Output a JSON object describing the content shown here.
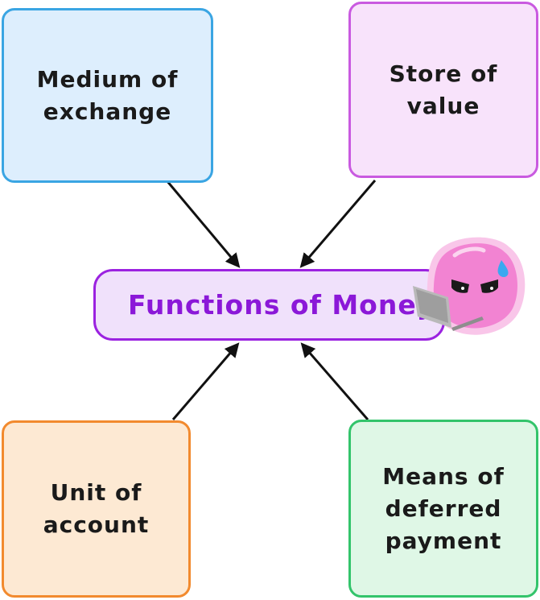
{
  "diagram": {
    "center": {
      "label": "Functions of Money"
    },
    "nodes": [
      {
        "id": "medium",
        "label": "Medium of\nexchange"
      },
      {
        "id": "store",
        "label": "Store of\nvalue"
      },
      {
        "id": "unit",
        "label": "Unit of\naccount"
      },
      {
        "id": "deferred",
        "label": "Means of\ndeferred\npayment"
      }
    ]
  },
  "colors": {
    "center_border": "#9b22e0",
    "center_text": "#8b18d8",
    "medium_border": "#3aa5e3",
    "store_border": "#c95ae0",
    "unit_border": "#f28a2e",
    "deferred_border": "#33c46b",
    "arrow": "#111111"
  },
  "icons": {
    "mascot": "pink-blob-mascot-with-laptop-icon"
  }
}
